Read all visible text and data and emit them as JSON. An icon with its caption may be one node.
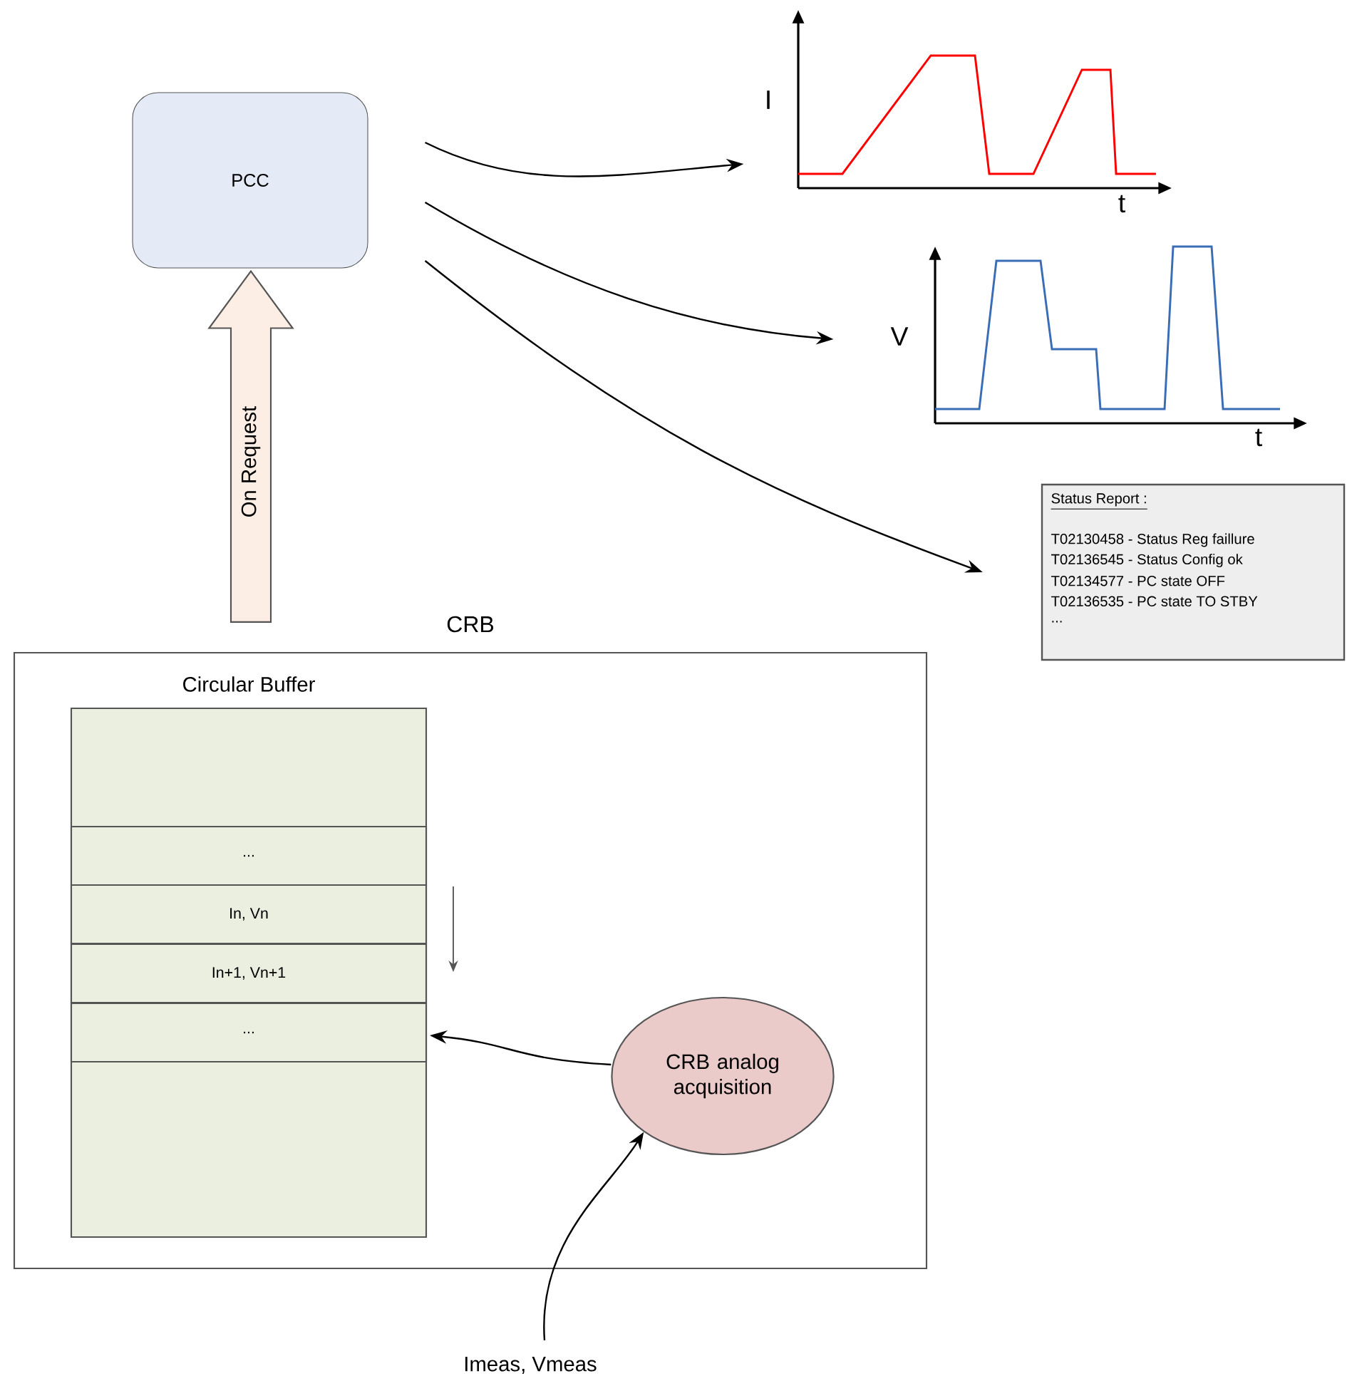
{
  "diagram": {
    "nodes": [
      {
        "text": [
          "PCC"
        ]
      },
      {
        "text": [
          "I",
          "t"
        ]
      },
      {
        "text": [
          "V",
          "t"
        ]
      },
      {
        "text": [
          "Status Report :",
          "T02130458 - Status Reg faillure",
          "T02136545 - Status Config ok",
          "T02134577 - PC state OFF",
          "T02136535 - PC state TO STBY",
          "..."
        ]
      },
      {
        "text": [
          "CRB"
        ]
      },
      {
        "text": [
          "Circular Buffer"
        ],
        "in": 4
      },
      {
        "text": [
          "..."
        ],
        "in": 5
      },
      {
        "text": [
          "In, Vn"
        ],
        "in": 5
      },
      {
        "text": [
          "In+1, Vn+1"
        ],
        "in": 5
      },
      {
        "text": [
          "..."
        ],
        "in": 5
      },
      {
        "text": [
          "CRB analog acquisition"
        ],
        "in": 4
      },
      {
        "text": [
          "Imeas, Vmeas"
        ]
      }
    ],
    "edges": [
      {
        "from": 0,
        "to": 1,
        "arrow": "to"
      },
      {
        "from": 0,
        "to": 2,
        "arrow": "to"
      },
      {
        "from": 0,
        "to": 3,
        "arrow": "to"
      },
      {
        "from": 10,
        "to": 9,
        "arrow": "to"
      },
      {
        "from": 11,
        "to": 10,
        "arrow": "to"
      },
      {
        "from": 4,
        "to": 0,
        "arrow": "to",
        "label": "On Request",
        "style": "thick",
        "color": "#fdeee5"
      }
    ]
  }
}
